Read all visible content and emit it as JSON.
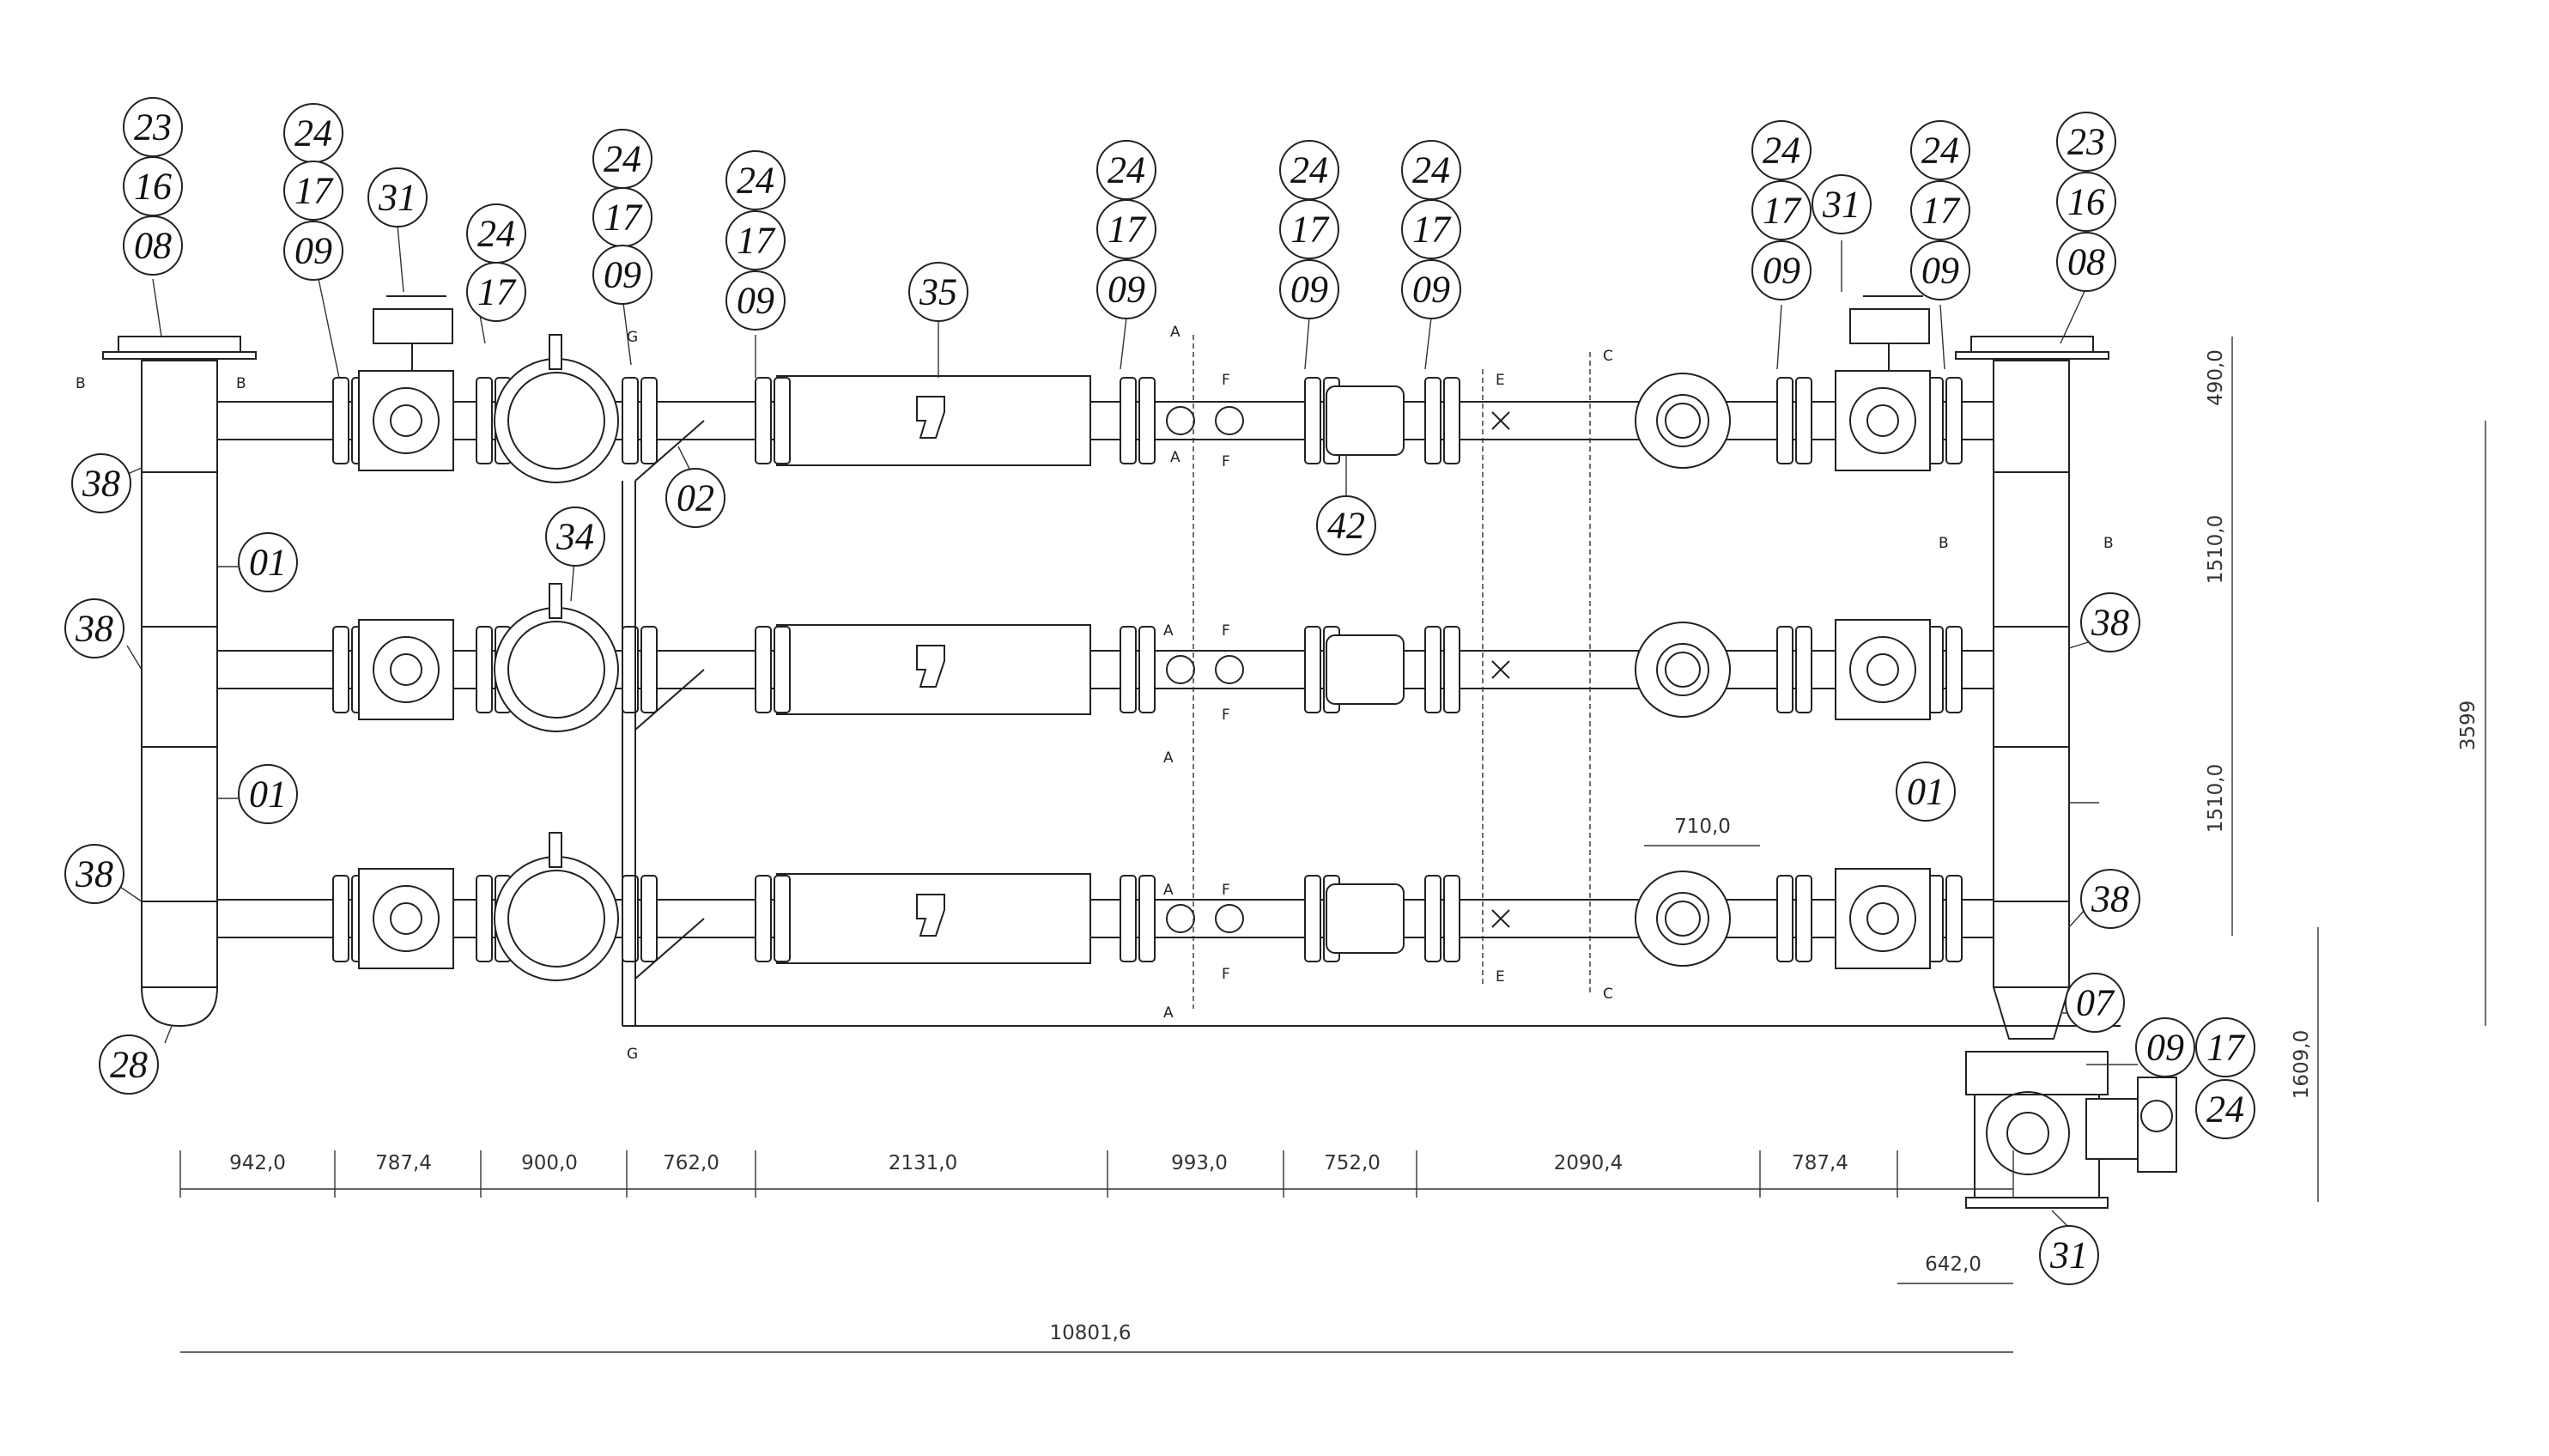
{
  "drawing": {
    "callouts": {
      "c23L": "23",
      "c16L": "16",
      "c08L": "08",
      "c24a": "24",
      "c17a": "17",
      "c09a": "09",
      "c31a": "31",
      "c24b": "24",
      "c17b": "17",
      "c24c": "24",
      "c17c": "17",
      "c09c": "09",
      "c24d": "24",
      "c17d": "17",
      "c09d": "09",
      "c35": "35",
      "c02": "02",
      "c34": "34",
      "c42": "42",
      "c24e": "24",
      "c17e": "17",
      "c09e": "09",
      "c24f": "24",
      "c17f": "17",
      "c09f": "09",
      "c24g": "24",
      "c17g": "17",
      "c09g": "09",
      "c24h": "24",
      "c17h": "17",
      "c09h": "09",
      "c31h": "31",
      "c24i": "24",
      "c17i": "17",
      "c09i": "09",
      "c23R": "23",
      "c16R": "16",
      "c08R": "08",
      "c38a": "38",
      "c01a": "01",
      "c38b": "38",
      "c01b": "01",
      "c38c": "38",
      "c28": "28",
      "c38d": "38",
      "c01c": "01",
      "c38e": "38",
      "c07": "07",
      "c09j": "09",
      "c17j": "17",
      "c24j": "24",
      "c31j": "31"
    },
    "dimensions": {
      "d942": "942,0",
      "d787a": "787,4",
      "d900": "900,0",
      "d762": "762,0",
      "d2131": "2131,0",
      "d993": "993,0",
      "d752": "752,0",
      "d2090": "2090,4",
      "d787b": "787,4",
      "d642": "642,0",
      "d10801": "10801,6",
      "d710": "710,0",
      "d490": "490,0",
      "d1510a": "1510,0",
      "d1510b": "1510,0",
      "d3599": "3599",
      "d1609": "1609,0"
    },
    "section_marks": {
      "A": "A",
      "B": "B",
      "C": "C",
      "E": "E",
      "F": "F",
      "G": "G"
    }
  }
}
